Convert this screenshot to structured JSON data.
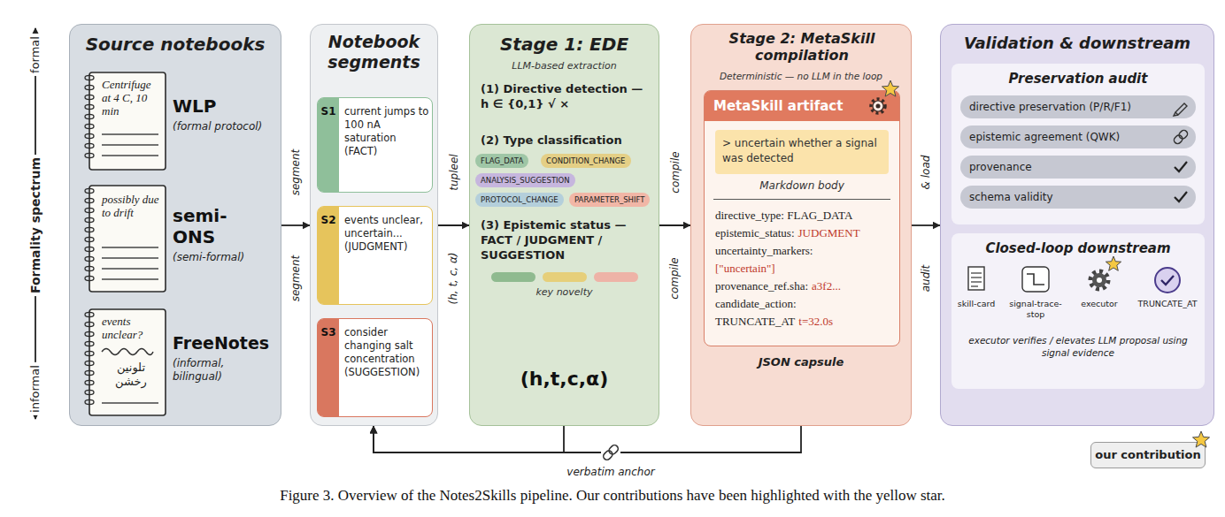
{
  "diagram": {
    "caption": "Figure 3. Overview of the Notes2Skills pipeline. Our contributions have been highlighted with the yellow star.",
    "nodes": [
      {
        "text": [
          "Source notebooks"
        ]
      },
      {
        "text": [
          "Centrifuge at 4 C, 10 min",
          "WLP",
          "(formal protocol)"
        ],
        "in": 0
      },
      {
        "text": [
          "possibly due to drift",
          "semi-ONS",
          "(semi-formal)"
        ],
        "in": 0
      },
      {
        "text": [
          "events unclear?",
          "تلونین رخشن",
          "FreeNotes",
          "(informal, bilingual)"
        ],
        "in": 0
      },
      {
        "text": [
          "Notebook segments"
        ]
      },
      {
        "text": [
          "S1",
          "current jumps to 100 nA saturation (FACT)"
        ],
        "in": 4
      },
      {
        "text": [
          "S2",
          "events unclear, uncertain... (JUDGMENT)"
        ],
        "in": 4
      },
      {
        "text": [
          "S3",
          "consider changing salt concentration (SUGGESTION)"
        ],
        "in": 4
      },
      {
        "text": [
          "Stage 1: EDE",
          "LLM-based extraction",
          "(1) Directive detection — h ∈ {0,1} √ ×",
          "(2) Type classification",
          "(3) Epistemic status — FACT / JUDGMENT / SUGGESTION",
          "key novelty",
          "(h,t,c,α)"
        ]
      },
      {
        "text": [
          "FLAG_DATA"
        ],
        "in": 8
      },
      {
        "text": [
          "CONDITION_CHANGE"
        ],
        "in": 8
      },
      {
        "text": [
          "ANALYSIS_SUGGESTION"
        ],
        "in": 8
      },
      {
        "text": [
          "PROTOCOL_CHANGE"
        ],
        "in": 8
      },
      {
        "text": [
          "PARAMETER_SHIFT"
        ],
        "in": 8
      },
      {
        "text": [
          "Stage 2: MetaSkill compilation",
          "Deterministic — no LLM in the loop",
          "JSON capsule"
        ]
      },
      {
        "text": [
          "MetaSkill artifact",
          "Markdown body",
          "directive_type: FLAG_DATA",
          "epistemic_status:",
          "JUDGMENT",
          "uncertainty_markers:",
          "[\"uncertain\"]",
          "provenance_ref.sha:",
          "a3f2...",
          "candidate_action:",
          "TRUNCATE_AT",
          "t=32.0s"
        ],
        "in": 14
      },
      {
        "text": [
          "> uncertain whether a signal was detected"
        ],
        "in": 15
      },
      {
        "text": [
          "Validation & downstream"
        ]
      },
      {
        "text": [
          "Preservation audit"
        ],
        "in": 17
      },
      {
        "text": [
          "directive preservation (P/R/F1)"
        ],
        "in": 18
      },
      {
        "text": [
          "epistemic agreement (QWK)"
        ],
        "in": 18
      },
      {
        "text": [
          "provenance"
        ],
        "in": 18
      },
      {
        "text": [
          "schema validity"
        ],
        "in": 18
      },
      {
        "text": [
          "Closed-loop downstream",
          "executor verifies / elevates LLM proposal using signal evidence"
        ],
        "in": 17
      },
      {
        "text": [
          "skill-card"
        ],
        "in": 23
      },
      {
        "text": [
          "signal-trace-stop"
        ],
        "in": 23
      },
      {
        "text": [
          "executor"
        ],
        "in": 23
      },
      {
        "text": [
          "TRUNCATE_AT"
        ],
        "in": 23
      },
      {
        "text": [
          "our contribution"
        ]
      }
    ],
    "edges": [
      {
        "from": 0,
        "to": 4,
        "arrow": "to",
        "label": "segment"
      },
      {
        "from": 4,
        "to": 8,
        "arrow": "to",
        "label": "tupleel"
      },
      {
        "from": 8,
        "to": 14,
        "arrow": "to",
        "label": "compile"
      },
      {
        "from": 14,
        "to": 17,
        "arrow": "to",
        "label": "& load"
      },
      {
        "from": 14,
        "to": 4,
        "arrow": "to",
        "label": "verbatim anchor"
      },
      {
        "from": 8,
        "to": 4,
        "arrow": "to"
      },
      {
        "from": 24,
        "to": 25,
        "arrow": "to"
      },
      {
        "from": 25,
        "to": 26,
        "arrow": "to"
      },
      {
        "from": 26,
        "to": 27,
        "arrow": "to"
      }
    ],
    "labels": [
      "formal",
      "Formality spectrum",
      "informal",
      "segment",
      "(h, t, c, α)",
      "compile",
      "audit"
    ]
  }
}
